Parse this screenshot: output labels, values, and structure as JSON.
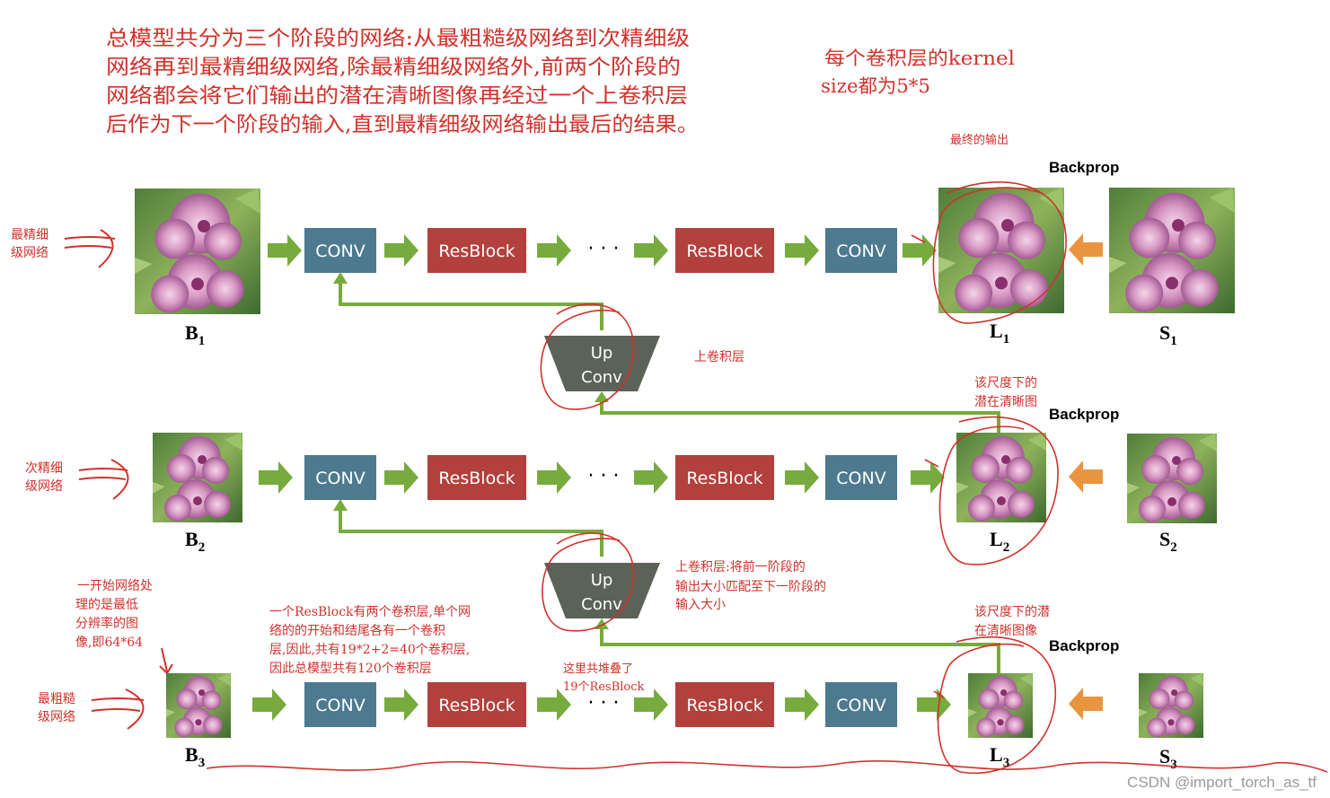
{
  "notes": {
    "main": [
      "总模型共分为三个阶段的网络:从最粗糙级网络到次精细级",
      "网络再到最精细级网络,除最精细级网络外,前两个阶段的",
      "网络都会将它们输出的潜在清晰图像再经过一个上卷积层",
      "后作为下一个阶段的输入,直到最精细级网络输出最后的结果。"
    ],
    "kernel": [
      "每个卷积层的kernel",
      "size都为5*5"
    ],
    "final_output": "最终的输出",
    "upconv": "上卷积层",
    "latent1": [
      "该尺度下的",
      "潜在清晰图"
    ],
    "latent2": [
      "该尺度下的潜",
      "在清晰图像"
    ],
    "upconv_desc": [
      "上卷积层:将前一阶段的",
      "输出大小匹配至下一阶段的",
      "输入大小"
    ],
    "coarsest_start": [
      "一开始网络处",
      "理的是最低",
      "分辨率的图",
      "像,即64*64"
    ],
    "resblock_desc": [
      "一个ResBlock有两个卷积层,单个网",
      "络的的开始和结尾各有一个卷积",
      "层,因此,共有19*2+2=40个卷积层,",
      "因此总模型共有120个卷积层"
    ],
    "stack": [
      "这里共堆叠了",
      "19个ResBlock"
    ],
    "finest": [
      "最精细",
      "级网络"
    ],
    "second": [
      "次精细",
      "级网络"
    ],
    "coarsest": [
      "最粗糙",
      "级网络"
    ]
  },
  "blocks": {
    "conv": "CONV",
    "resblock": "ResBlock",
    "dots": "· · ·",
    "up_line1": "Up",
    "up_line2": "Conv",
    "backprop": "Backprop"
  },
  "labels": {
    "B1": {
      "main": "B",
      "sub": "1"
    },
    "B2": {
      "main": "B",
      "sub": "2"
    },
    "B3": {
      "main": "B",
      "sub": "3"
    },
    "L1": {
      "main": "L",
      "sub": "1"
    },
    "L2": {
      "main": "L",
      "sub": "2"
    },
    "L3": {
      "main": "L",
      "sub": "3"
    },
    "S1": {
      "main": "S",
      "sub": "1"
    },
    "S2": {
      "main": "S",
      "sub": "2"
    },
    "S3": {
      "main": "S",
      "sub": "3"
    }
  },
  "colors": {
    "conv": "#4d7a8f",
    "resblock": "#b2403c",
    "upconv": "#5b6258",
    "arrow_green": "#77ab3d",
    "arrow_orange": "#e9953f",
    "annotation": "#d0322c"
  },
  "watermark": "CSDN @import_torch_as_tf"
}
